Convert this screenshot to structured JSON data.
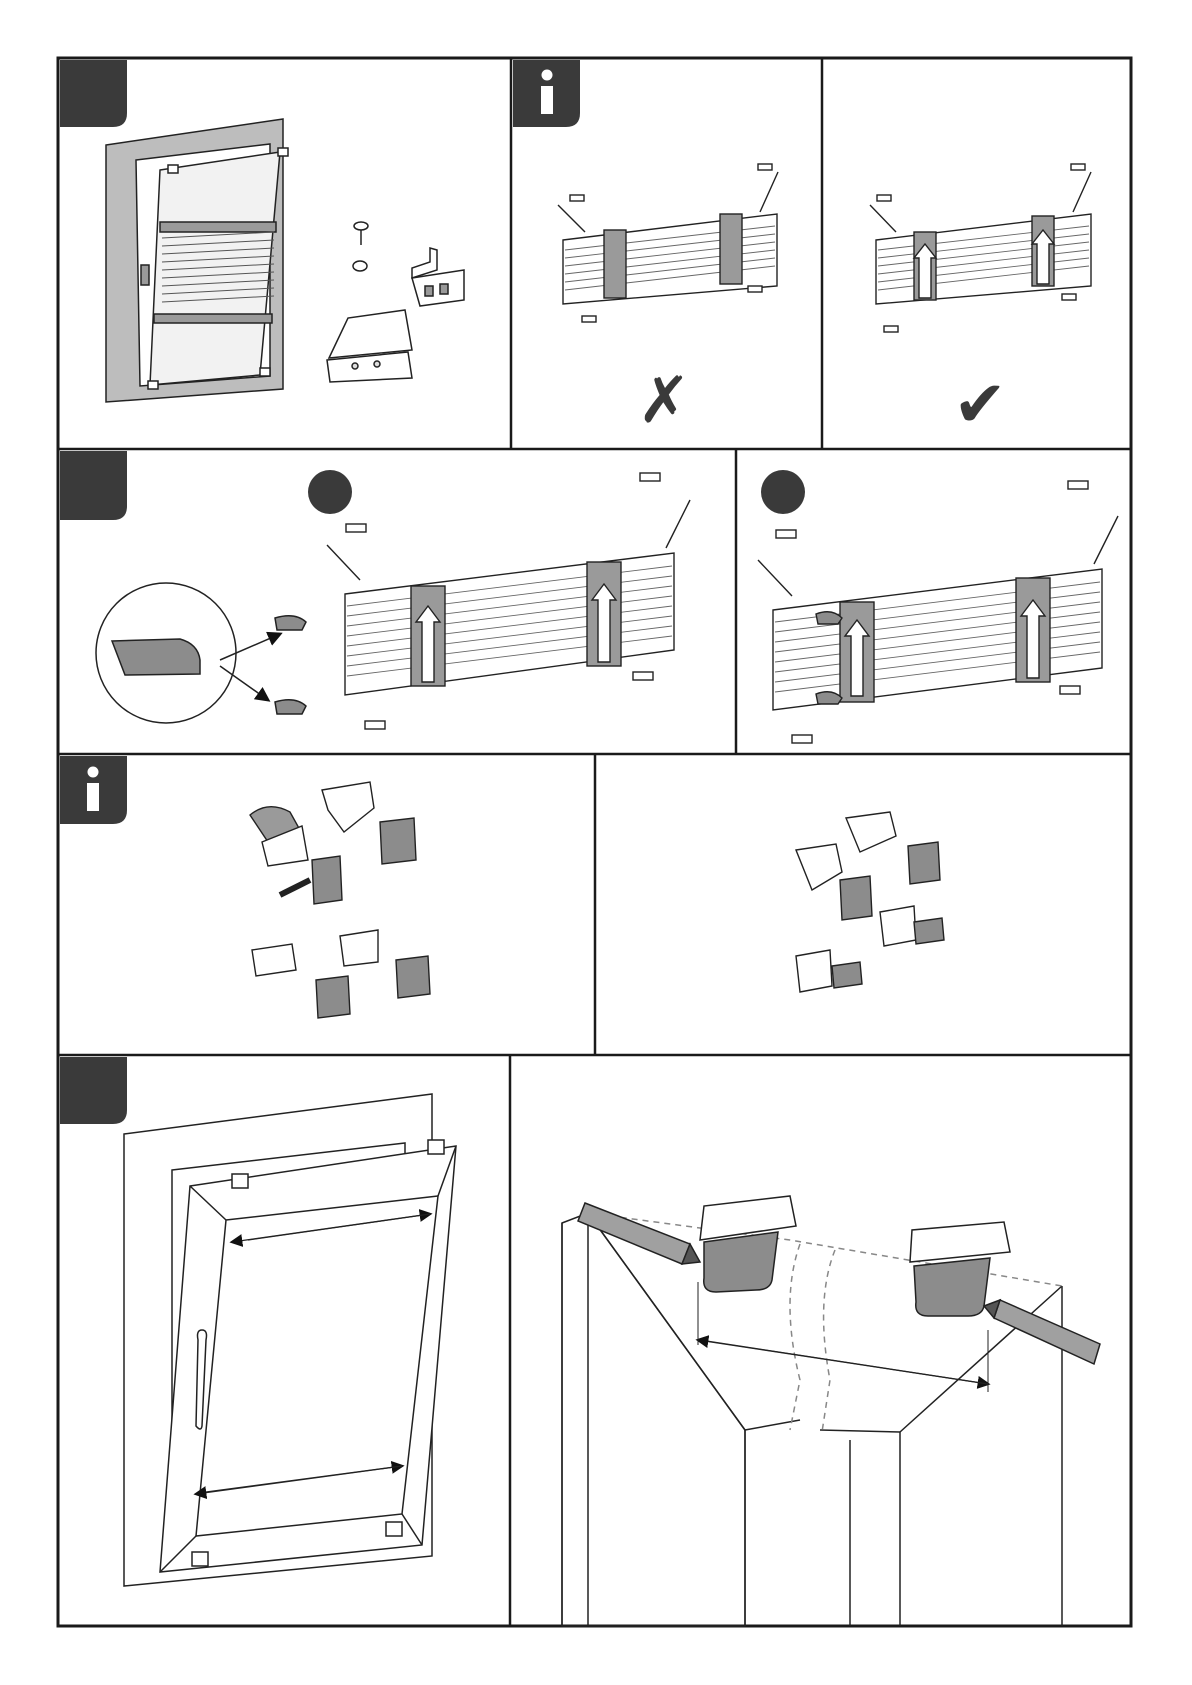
{
  "panels": [
    {
      "id": "unpack",
      "info_tab": false
    },
    {
      "id": "wrong-orientation",
      "info_tab": true,
      "tab_text": "i"
    },
    {
      "id": "correct-orientation",
      "info_tab": false
    },
    {
      "id": "insert-caps",
      "info_tab": false
    },
    {
      "id": "option-1",
      "info_tab": false
    },
    {
      "id": "option-2",
      "info_tab": false
    },
    {
      "id": "bracket-assembly",
      "info_tab": true,
      "tab_text": "i"
    },
    {
      "id": "bracket-result",
      "info_tab": false
    },
    {
      "id": "window-measure",
      "info_tab": false
    },
    {
      "id": "bracket-measure-detail",
      "info_tab": false
    }
  ],
  "marks": {
    "wrong": "✗",
    "correct": "✔"
  },
  "colors": {
    "border": "#1a1a1a",
    "tab": "#3a3a3a",
    "tape": "#9a9a9a",
    "frame": "#bdbdbd",
    "part": "#8c8c8c"
  }
}
